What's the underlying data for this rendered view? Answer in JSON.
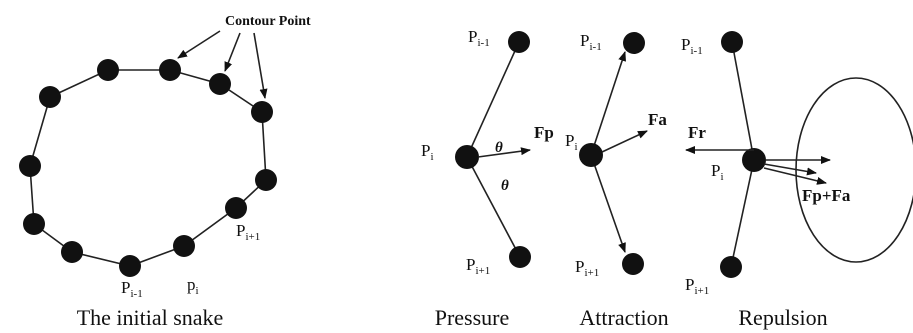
{
  "panel_left": {
    "contour_label": "Contour Point",
    "caption": "The initial snake",
    "point_labels": {
      "prev": "P",
      "prev_sub": "i-1",
      "cur": "p",
      "cur_sub": "i",
      "next": "P",
      "next_sub": "i+1"
    }
  },
  "panel_pressure": {
    "caption": "Pressure",
    "p_prev": "P",
    "p_prev_sub": "i-1",
    "p_cur": "P",
    "p_cur_sub": "i",
    "p_next": "P",
    "p_next_sub": "i+1",
    "theta_1": "θ",
    "theta_2": "θ",
    "force": "Fp"
  },
  "panel_attraction": {
    "caption": "Attraction",
    "p_prev": "P",
    "p_prev_sub": "i-1",
    "p_cur": "P",
    "p_cur_sub": "i",
    "p_next": "P",
    "p_next_sub": "i+1",
    "force": "Fa"
  },
  "panel_repulsion": {
    "caption": "Repulsion",
    "p_prev": "P",
    "p_prev_sub": "i-1",
    "p_cur": "P",
    "p_cur_sub": "i",
    "p_next": "P",
    "p_next_sub": "i+1",
    "force_r": "Fr",
    "force_sum": "Fp+Fa"
  }
}
